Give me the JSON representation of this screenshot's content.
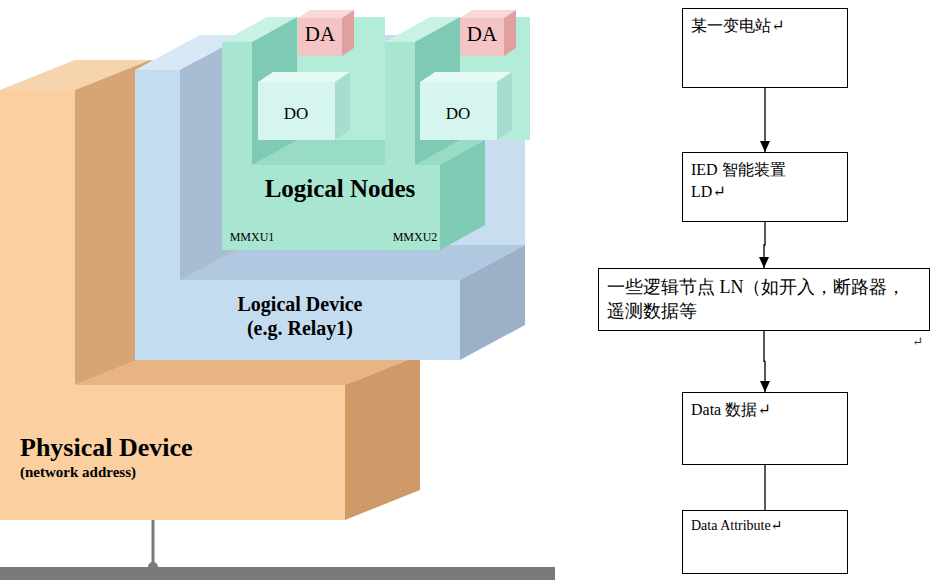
{
  "diagram": {
    "nodes": [
      {
        "text": [
          "Physical Device",
          "(network address)"
        ]
      },
      {
        "text": [
          "Logical Device",
          "(e.g. Relay1)"
        ],
        "in": 0
      },
      {
        "text": [
          "Logical Nodes"
        ],
        "in": 1
      },
      {
        "text": [
          "MMXU1"
        ],
        "in": 2
      },
      {
        "text": [
          "DO"
        ],
        "in": 3
      },
      {
        "text": [
          "DA"
        ],
        "in": 4
      },
      {
        "text": [
          "MMXU2"
        ],
        "in": 2
      },
      {
        "text": [
          "DO"
        ],
        "in": 6
      },
      {
        "text": [
          "DA"
        ],
        "in": 7
      },
      {
        "text": [
          "某一变电站↵"
        ]
      },
      {
        "text": [
          "IED 智能装置 LD↵"
        ]
      },
      {
        "text": [
          "一些逻辑节点 LN（如开入，断路器，遥测数据等"
        ]
      },
      {
        "text": [
          "Data 数据↵"
        ]
      },
      {
        "text": [
          "Data Attribute↵"
        ]
      }
    ],
    "edges": [
      {
        "from": 9,
        "to": 10,
        "arrow": "to"
      },
      {
        "from": 10,
        "to": 11,
        "arrow": "to"
      },
      {
        "from": 11,
        "to": 12,
        "arrow": "to"
      },
      {
        "from": 12,
        "to": 13,
        "arrow": "none"
      }
    ],
    "labels": [
      "↵"
    ]
  }
}
